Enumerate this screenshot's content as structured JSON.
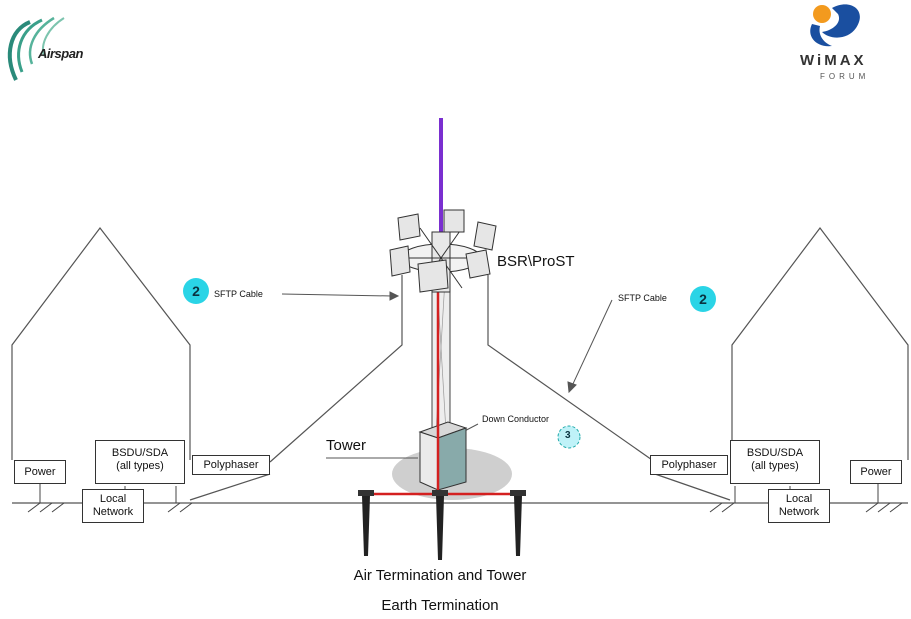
{
  "logos": {
    "left_brand": "Airspan",
    "right_brand_main": "WiMAX",
    "right_brand_sub": "FORUM"
  },
  "labels": {
    "antenna": "BSR\\ProST",
    "tower": "Tower",
    "down_conductor": "Down Conductor",
    "sftp_left": "SFTP Cable",
    "sftp_right": "SFTP Cable",
    "caption_line1": "Air Termination and Tower",
    "caption_line2": "Earth Termination"
  },
  "badges": {
    "left": "2",
    "right": "2",
    "conductor": "3"
  },
  "left_building": {
    "power": "Power",
    "bsdu_line1": "BSDU/SDA",
    "bsdu_line2": "(all types)",
    "polyphaser": "Polyphaser",
    "local_line1": "Local",
    "local_line2": "Network"
  },
  "right_building": {
    "power": "Power",
    "bsdu_line1": "BSDU/SDA",
    "bsdu_line2": "(all types)",
    "polyphaser": "Polyphaser",
    "local_line1": "Local",
    "local_line2": "Network"
  },
  "colors": {
    "lightning_rod": "#7a2fd0",
    "down_conductor": "#d42020",
    "badge": "#2ad4e6",
    "ground_shadow": "#c8c8c8"
  }
}
